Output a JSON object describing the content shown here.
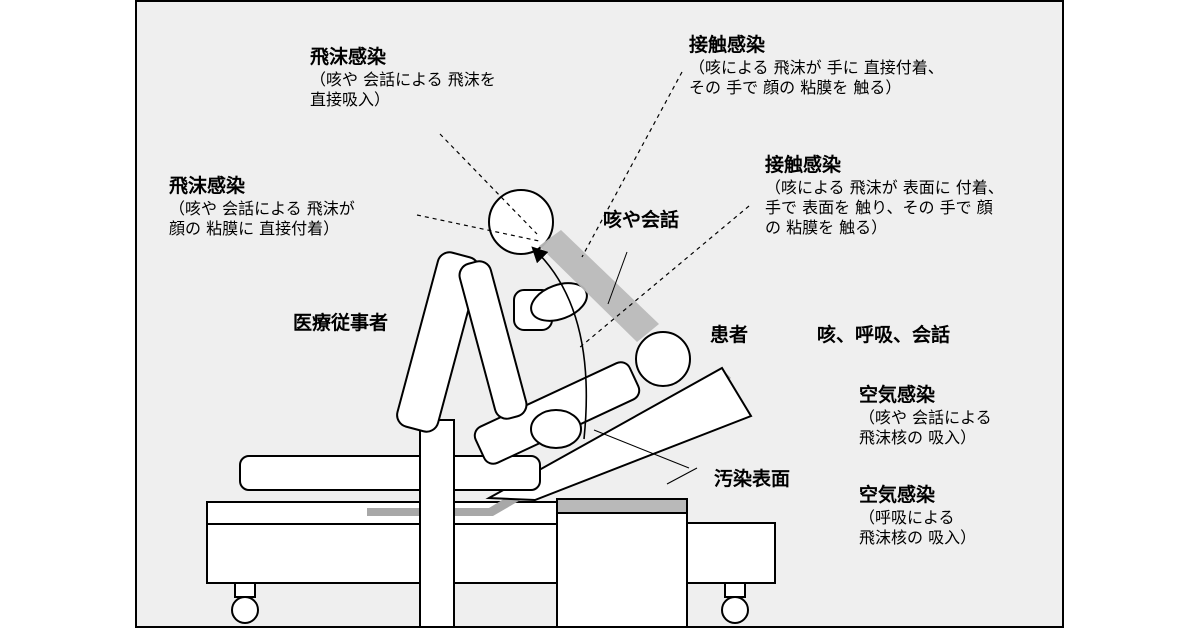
{
  "labels": {
    "droplet_top": {
      "title": "飛沫感染",
      "line1": "（咳や 会話による 飛沫を",
      "line2": "直接吸入）"
    },
    "droplet_left": {
      "title": "飛沫感染",
      "line1": "（咳や 会話による 飛沫が",
      "line2": "顔の 粘膜に 直接付着）"
    },
    "contact_top": {
      "title": "接触感染",
      "line1": "（咳による 飛沫が 手に 直接付着、",
      "line2": "その 手で 顔の 粘膜を 触る）"
    },
    "contact_mid": {
      "title": "接触感染",
      "line1": "（咳による 飛沫が 表面に 付着、",
      "line2": "手で 表面を 触り、その 手で 顔",
      "line3": "の 粘膜を 触る）"
    },
    "cough_talk": "咳や会話",
    "healthcare_worker": "医療従事者",
    "patient": "患者",
    "patient_actions": "咳、呼吸、会話",
    "airborne_1": {
      "title": "空気感染",
      "line1": "（咳や 会話による",
      "line2": "飛沫核の 吸入）"
    },
    "contaminated_surface": "汚染表面",
    "airborne_2": {
      "title": "空気感染",
      "line1": "（呼吸による",
      "line2": "飛沫核の 吸入）"
    }
  },
  "colors": {
    "background": "#efefef",
    "figure_fill": "#ffffff",
    "stroke": "#000000",
    "spray": "#b9b9b9",
    "surface": "#a0a0a0"
  }
}
